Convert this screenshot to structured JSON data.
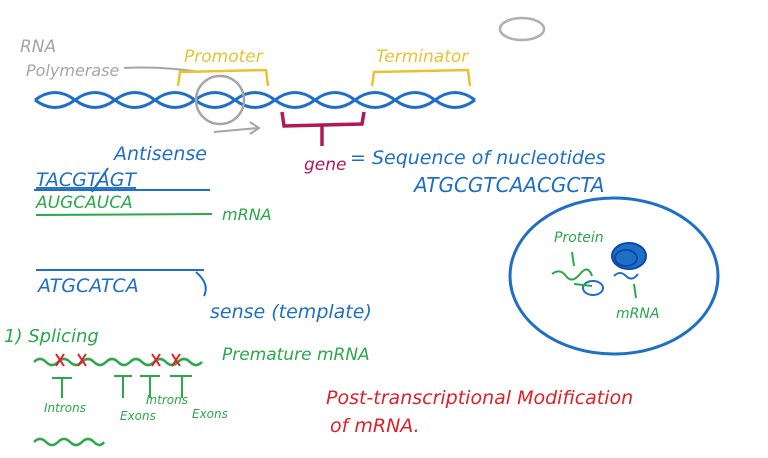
{
  "colors": {
    "blue": "#1f6fc4",
    "gray": "#a5a5a5",
    "yellow": "#e8c232",
    "maroon": "#b0185a",
    "green": "#2aa84a",
    "red": "#e0202a",
    "dark_blue": "#0a4aa8"
  },
  "labels": {
    "rna_polymerase_line1": "RNA",
    "rna_polymerase_line2": "Polymerase",
    "promoter": "Promoter",
    "terminator": "Terminator",
    "antisense": "Antisense",
    "gene": "gene",
    "gene_definition": "= Sequence of nucleotides",
    "sequence": "ATGCGTCAACGCTA",
    "antisense_strand": "TACGTAGT",
    "mrna_strand": "AUGCAUCA",
    "mrna_label": "mRNA",
    "sense_strand": "ATGCATCA",
    "sense_label": "sense (template)",
    "splicing": "1) Splicing",
    "premature_mrna": "Premature mRNA",
    "introns": "Introns",
    "exons_1": "Exons",
    "introns_2": "Introns",
    "exons_2": "Exons",
    "post_transcriptional_line1": "Post-transcriptional Modification",
    "post_transcriptional_line2": "of mRNA.",
    "cell_protein": "Protein",
    "cell_mrna": "mRNA"
  },
  "icons": [
    "rna-polymerase-circle",
    "cell-outline",
    "nucleus-scribble",
    "ribosome-scribble",
    "empty-oval"
  ]
}
